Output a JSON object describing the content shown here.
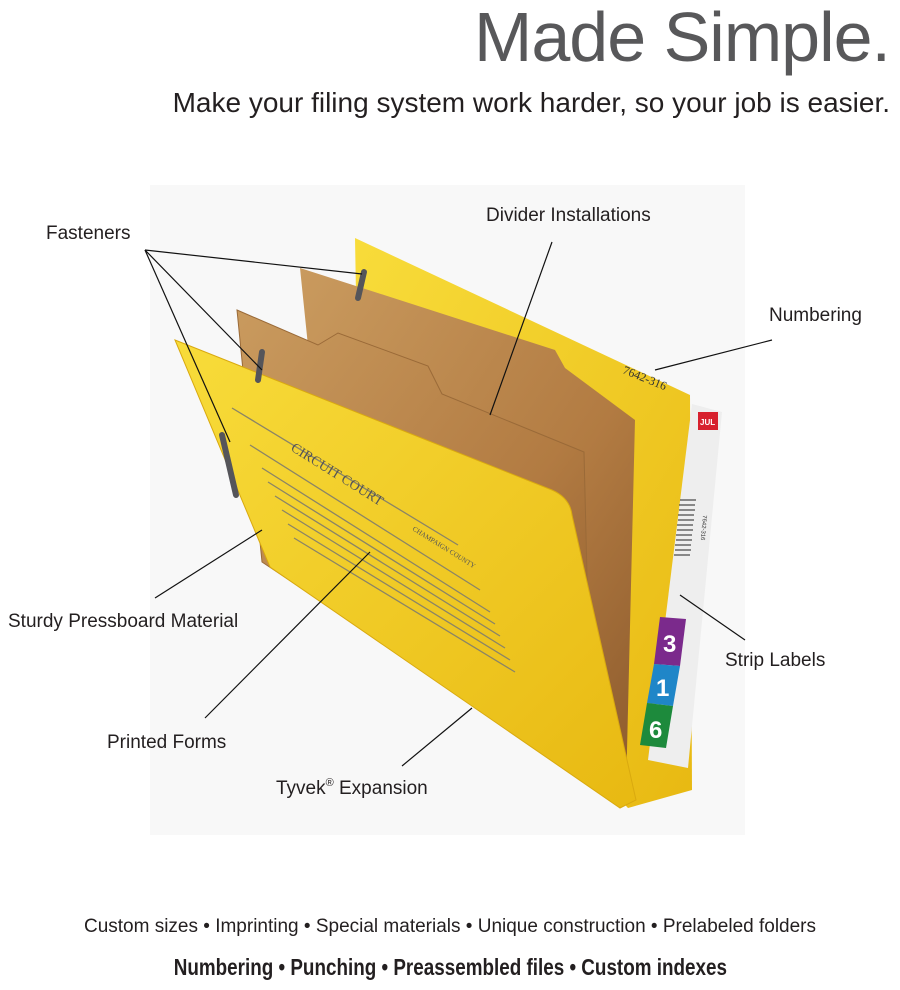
{
  "header": {
    "title": "Made Simple.",
    "subtitle": "Make your filing system work harder, so your job is easier."
  },
  "callouts": {
    "fasteners": "Fasteners",
    "divider_installations": "Divider Installations",
    "numbering": "Numbering",
    "sturdy_pressboard": "Sturdy Pressboard Material",
    "strip_labels": "Strip Labels",
    "printed_forms": "Printed Forms",
    "tyvek_expansion": "Tyvek",
    "tyvek_mark": "®",
    "tyvek_suffix": " Expansion"
  },
  "folder": {
    "number_print": "7642-316",
    "month_tab": "JUL",
    "strip_code": "7642-316",
    "color_labels": [
      "3",
      "1",
      "6"
    ],
    "form_heading": "CIRCUIT COURT",
    "form_subheading": "CHAMPAIGN COUNTY",
    "colors": {
      "folder": "#f5d21e",
      "kraft": "#b98549",
      "purple": "#7b2a8c",
      "blue": "#1f86c8",
      "green": "#1d8a3c",
      "red": "#d7202d"
    }
  },
  "footer": {
    "line1": "Custom sizes • Imprinting • Special materials • Unique construction • Prelabeled folders",
    "line2": "Numbering • Punching • Preassembled files • Custom indexes"
  }
}
